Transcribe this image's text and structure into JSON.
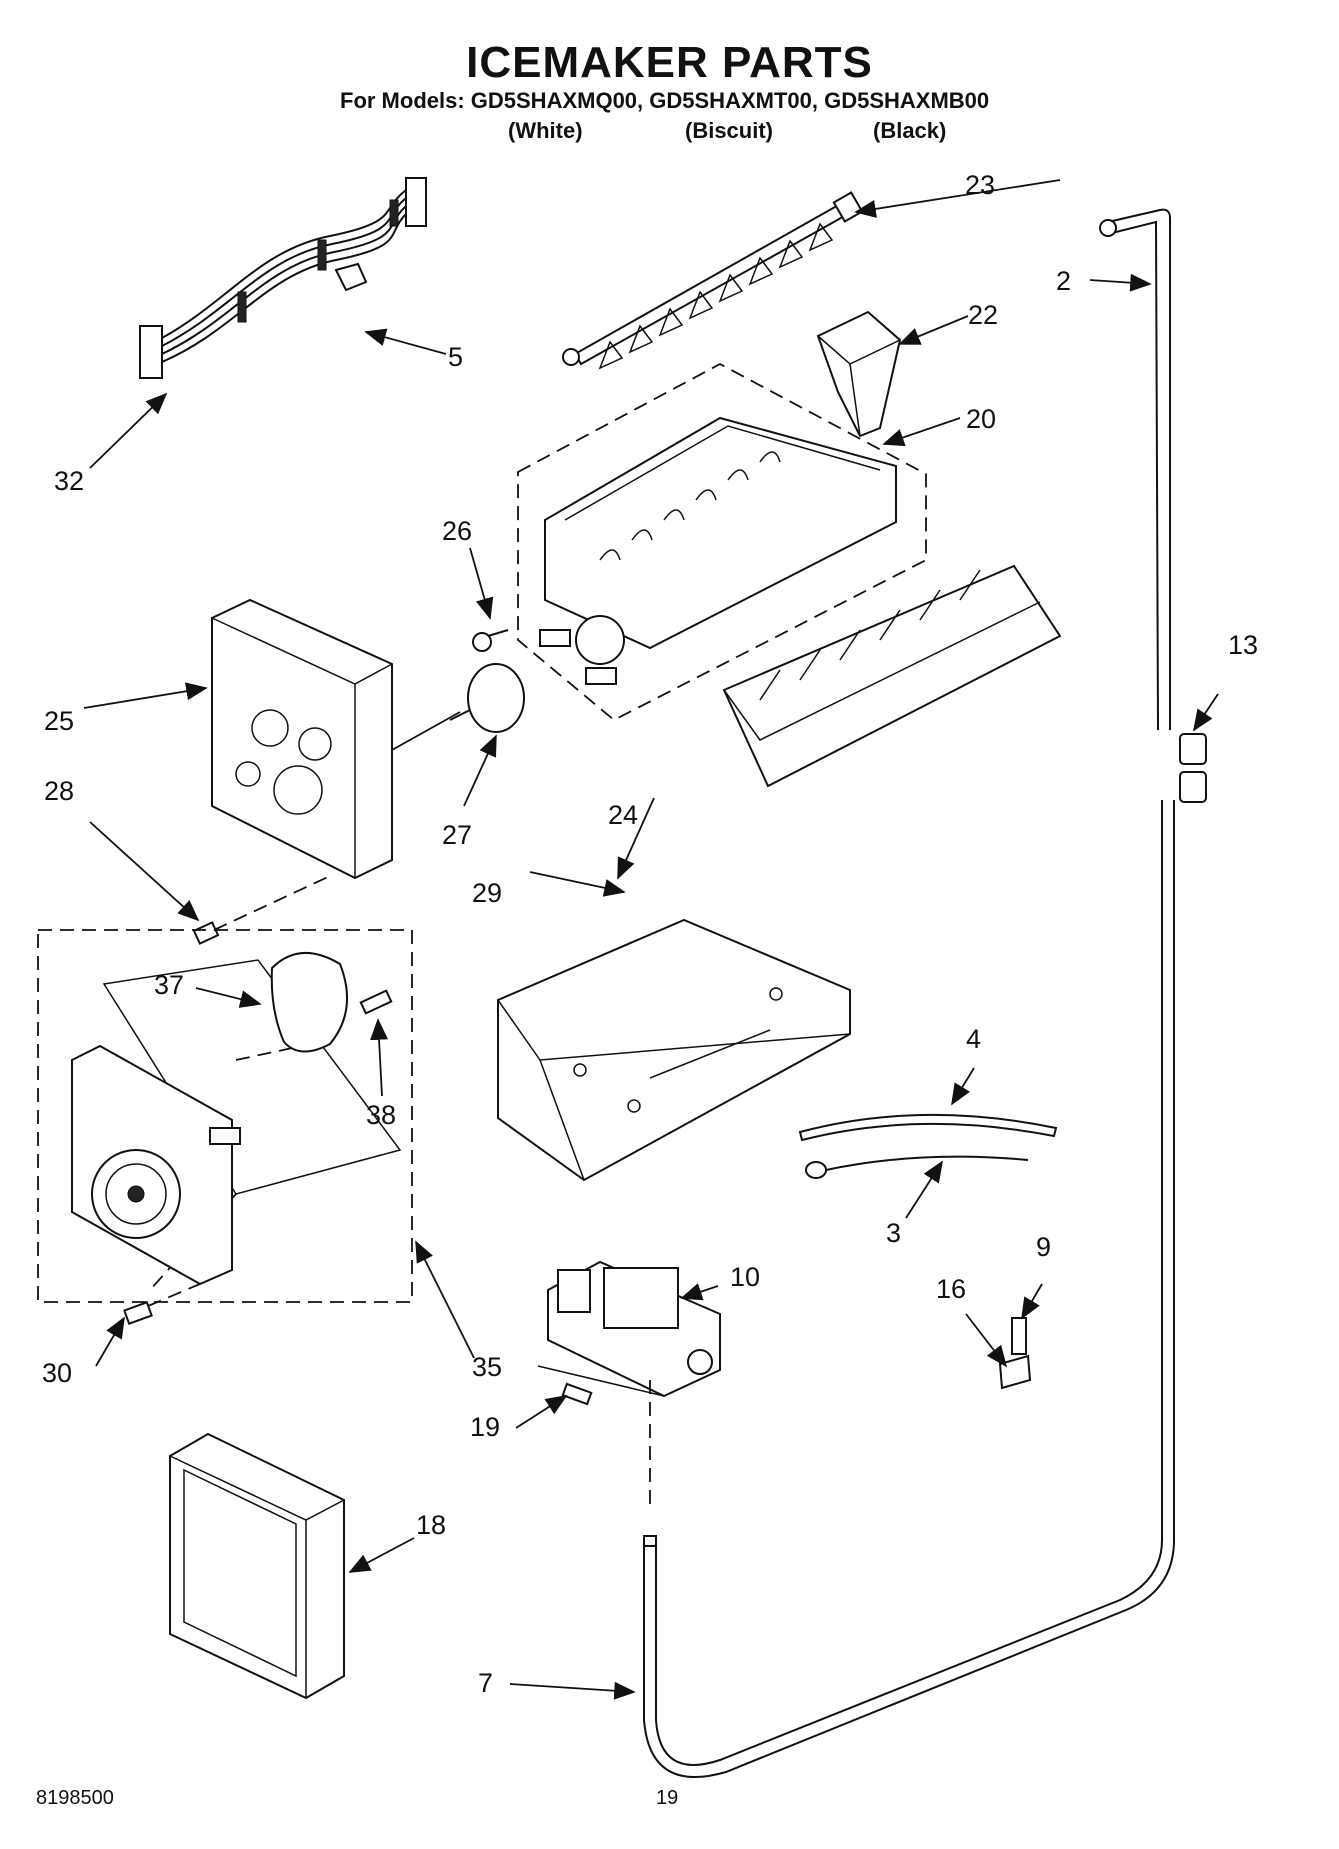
{
  "header": {
    "title": "ICEMAKER PARTS",
    "models_line": "For Models: GD5SHAXMQ00, GD5SHAXMT00, GD5SHAXMB00",
    "colors": [
      "(White)",
      "(Biscuit)",
      "(Black)"
    ]
  },
  "callouts": {
    "c2": "2",
    "c3": "3",
    "c4": "4",
    "c5": "5",
    "c7": "7",
    "c9": "9",
    "c10": "10",
    "c13": "13",
    "c16": "16",
    "c18": "18",
    "c19": "19",
    "c20": "20",
    "c22": "22",
    "c23": "23",
    "c24": "24",
    "c25": "25",
    "c26": "26",
    "c27": "27",
    "c28": "28",
    "c29": "29",
    "c30": "30",
    "c32": "32",
    "c35": "35",
    "c37": "37",
    "c38": "38"
  },
  "footer": {
    "doc_number": "8198500",
    "page_number": "19"
  }
}
